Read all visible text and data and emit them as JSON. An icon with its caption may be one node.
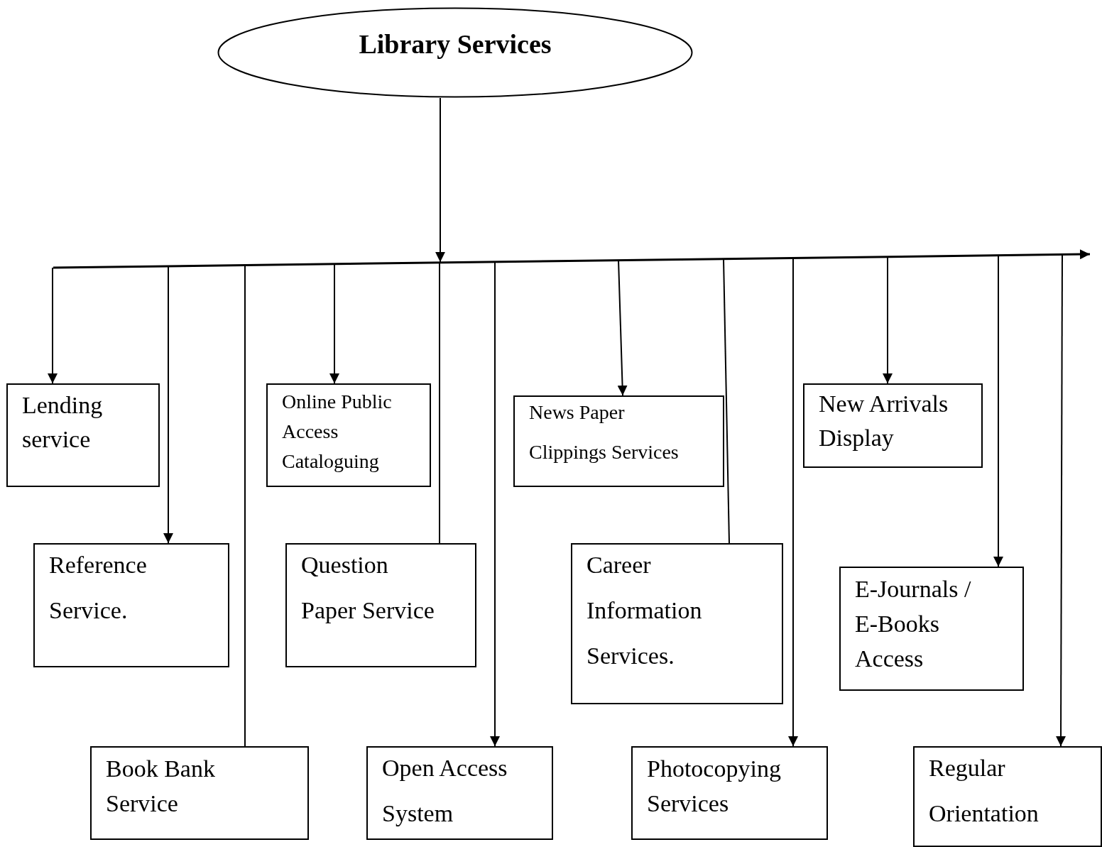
{
  "diagram": {
    "nodes": [
      {
        "text": [
          "Library Services"
        ]
      },
      {
        "text": [],
        "shape": "bar"
      },
      {
        "text": [
          "Lending service"
        ]
      },
      {
        "text": [
          "Online Public Access Cataloguing"
        ]
      },
      {
        "text": [
          "News Paper Clippings Services"
        ]
      },
      {
        "text": [
          "New Arrivals Display"
        ]
      },
      {
        "text": [
          "Reference Service."
        ]
      },
      {
        "text": [
          "Question Paper Service"
        ]
      },
      {
        "text": [
          "Career Information Services."
        ]
      },
      {
        "text": [
          "E-Journals / E-Books Access"
        ]
      },
      {
        "text": [
          "Book Bank Service"
        ]
      },
      {
        "text": [
          "Open Access System"
        ]
      },
      {
        "text": [
          "Photocopying Services"
        ]
      },
      {
        "text": [
          "Regular Orientation"
        ]
      }
    ],
    "edges": [
      {
        "from": 0,
        "to": 1,
        "arrow": "to"
      },
      {
        "from": 1,
        "to": 2,
        "arrow": "to"
      },
      {
        "from": 1,
        "to": 6,
        "arrow": "to"
      },
      {
        "from": 1,
        "to": 10,
        "arrow": "none"
      },
      {
        "from": 1,
        "to": 3,
        "arrow": "to"
      },
      {
        "from": 1,
        "to": 7,
        "arrow": "none"
      },
      {
        "from": 1,
        "to": 11,
        "arrow": "to"
      },
      {
        "from": 1,
        "to": 4,
        "arrow": "to"
      },
      {
        "from": 1,
        "to": 8,
        "arrow": "none"
      },
      {
        "from": 1,
        "to": 12,
        "arrow": "to"
      },
      {
        "from": 1,
        "to": 5,
        "arrow": "to"
      },
      {
        "from": 1,
        "to": 9,
        "arrow": "to"
      },
      {
        "from": 1,
        "to": 13,
        "arrow": "to"
      }
    ]
  }
}
